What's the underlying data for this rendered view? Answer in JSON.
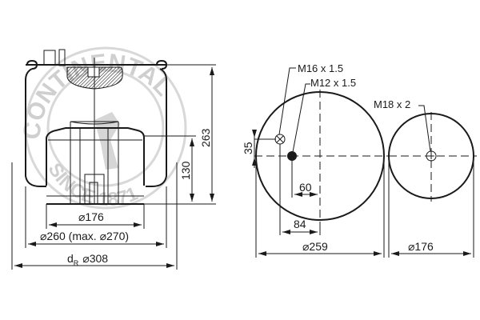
{
  "side_view": {
    "watermark": {
      "brand": "CONTINENTAL",
      "since": "SINCE 1871"
    },
    "dim_height_total": "263",
    "dim_height_piston": "130",
    "dim_piston_dia": "⌀176",
    "dim_bellow_dia": "⌀260 (max. ⌀270)",
    "dim_roll_label": "d",
    "dim_roll_sub": "R",
    "dim_roll_dia": "⌀308"
  },
  "top_plate_view": {
    "thread_1": "M16 x 1.5",
    "thread_2": "M12 x 1.5",
    "dim_offset_v": "35",
    "dim_offset_60": "60",
    "dim_offset_84": "84",
    "dim_plate_dia": "⌀259"
  },
  "bottom_view": {
    "thread": "M18 x 2",
    "dim_dia": "⌀176"
  },
  "colors": {
    "line": "#1a1a1a",
    "watermark": "#d0d0d0",
    "background": "#ffffff"
  }
}
